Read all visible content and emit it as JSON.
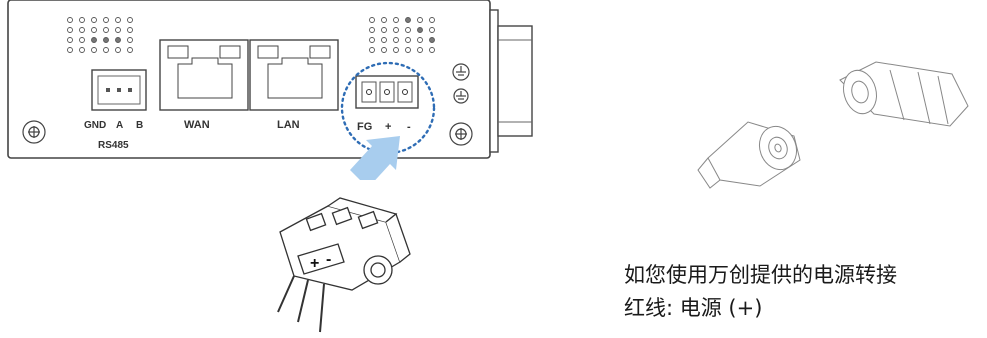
{
  "device": {
    "rs485_pins": [
      "GND",
      "A",
      "B"
    ],
    "rs485_label": "RS485",
    "wan_label": "WAN",
    "lan_label": "LAN",
    "power_pins": [
      "FG",
      "+",
      "-"
    ]
  },
  "connector": {
    "plus_label": "+",
    "minus_label": "-"
  },
  "caption": {
    "line1": "如您使用万创提供的电源转接",
    "line2": "红线: 电源 (+)"
  },
  "colors": {
    "arrow": "#a8cdee",
    "highlight_circle": "#2f6db5",
    "outline": "#444444"
  }
}
